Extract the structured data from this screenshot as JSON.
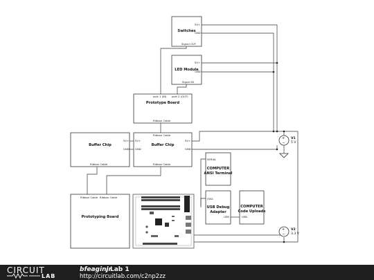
{
  "blocks": {
    "switches": {
      "title": "Switches",
      "pin_5v": "5V+",
      "pin_gnd": "GND",
      "pin_signal": "Signal OUT"
    },
    "led_module": {
      "title": "LED Module",
      "pin_5v": "5V+",
      "pin_gnd": "GND",
      "pin_signal": "Signal IN"
    },
    "prototype_board": {
      "title": "Prototype Board",
      "port_in": "port 1 (IN)",
      "port_out": "port 2 (OUT)",
      "ribbon": "Ribbon Cable"
    },
    "buffer_chip_left": {
      "title": "Buffer Chip",
      "pin_5v": "5V+",
      "pin_gnd": "GND",
      "ribbon": "Ribbon Cable"
    },
    "buffer_chip_right": {
      "title": "Buffer Chip",
      "pin_5v_in": "5V+",
      "pin_gnd_in": "GND",
      "pin_5v_out": "5V+",
      "pin_gnd_out": "GND",
      "ribbon_top": "Ribbon Cable",
      "ribbon_bottom": "Ribbon Cable"
    },
    "computer_ansi": {
      "pin": "SERIAL",
      "title_line1": "COMPUTER",
      "title_line2": "ANSI Terminal"
    },
    "usb_debug": {
      "pin_top": "JTAG",
      "pin_bottom": "USB",
      "title_line1": "USB Debug",
      "title_line2": "Adapter"
    },
    "computer_uploads": {
      "title_line1": "COMPUTER",
      "title_line2": "Code Uploads",
      "pin_usb": "USB"
    },
    "prototyping_board": {
      "title": "Prototyping Board",
      "ribbon_left": "Ribbon Cable",
      "ribbon_right": "Ribbon Cable"
    }
  },
  "sources": {
    "v1": {
      "name": "V1",
      "value": "5 V"
    },
    "v2": {
      "name": "V2",
      "value": "3.3 V"
    }
  },
  "footer": {
    "logo_word": "CIRCUIT",
    "logo_lab": "LAB",
    "user": "bfeaginjr",
    "separator": "/",
    "title": "Lab 1",
    "url": "http://circuitlab.com/c2np2zz"
  }
}
